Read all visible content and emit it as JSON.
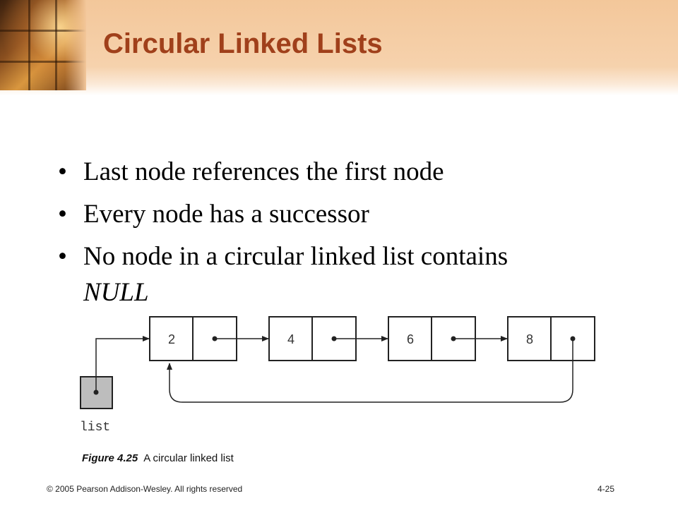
{
  "slide": {
    "title": "Circular Linked Lists",
    "bullets": [
      "Last node references the first node",
      "Every node has a successor"
    ],
    "bullet3_line1": "No node in a circular linked list contains",
    "bullet3_line2": "NULL"
  },
  "figure": {
    "nodes": [
      "2",
      "4",
      "6",
      "8"
    ],
    "list_label": "list",
    "caption_number": "Figure 4.25",
    "caption_text": "A circular linked list"
  },
  "footer": {
    "copyright": "© 2005 Pearson Addison-Wesley. All rights reserved",
    "page": "4-25"
  },
  "colors": {
    "title": "#a0401b",
    "header_band": "#f3c79a",
    "head_box_fill": "#bdbdbd"
  }
}
